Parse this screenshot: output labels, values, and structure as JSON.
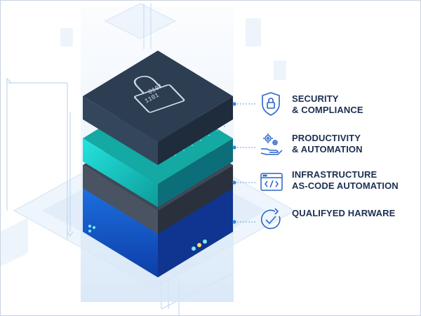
{
  "layers": [
    {
      "id": "security",
      "icon": "shield-lock-icon",
      "lines": [
        "SECURITY",
        "& COMPLIANCE"
      ],
      "binary_top": "0101",
      "binary_bottom": "1101",
      "color": "#2c3e54"
    },
    {
      "id": "productivity",
      "icon": "gears-hand-icon",
      "lines": [
        "PRODUCTIVITY",
        "& AUTOMATION"
      ],
      "color": "#11a39c"
    },
    {
      "id": "infrastructure",
      "icon": "code-window-icon",
      "lines": [
        "INFRASTRUCTURE",
        "AS-CODE AUTOMATION"
      ],
      "color": "#3a4350"
    },
    {
      "id": "hardware",
      "icon": "check-circle-icon",
      "lines": [
        "QUALIFYED HARWARE"
      ],
      "color": "#1a5fd0"
    }
  ],
  "colors": {
    "label_text": "#1c2f52",
    "icon_stroke": "#2a64c8",
    "connector": "#7fb3e8",
    "connector_dot": "#2a8be0",
    "led_cyan": "#7ee7ff",
    "led_yellow": "#f4e26a"
  }
}
